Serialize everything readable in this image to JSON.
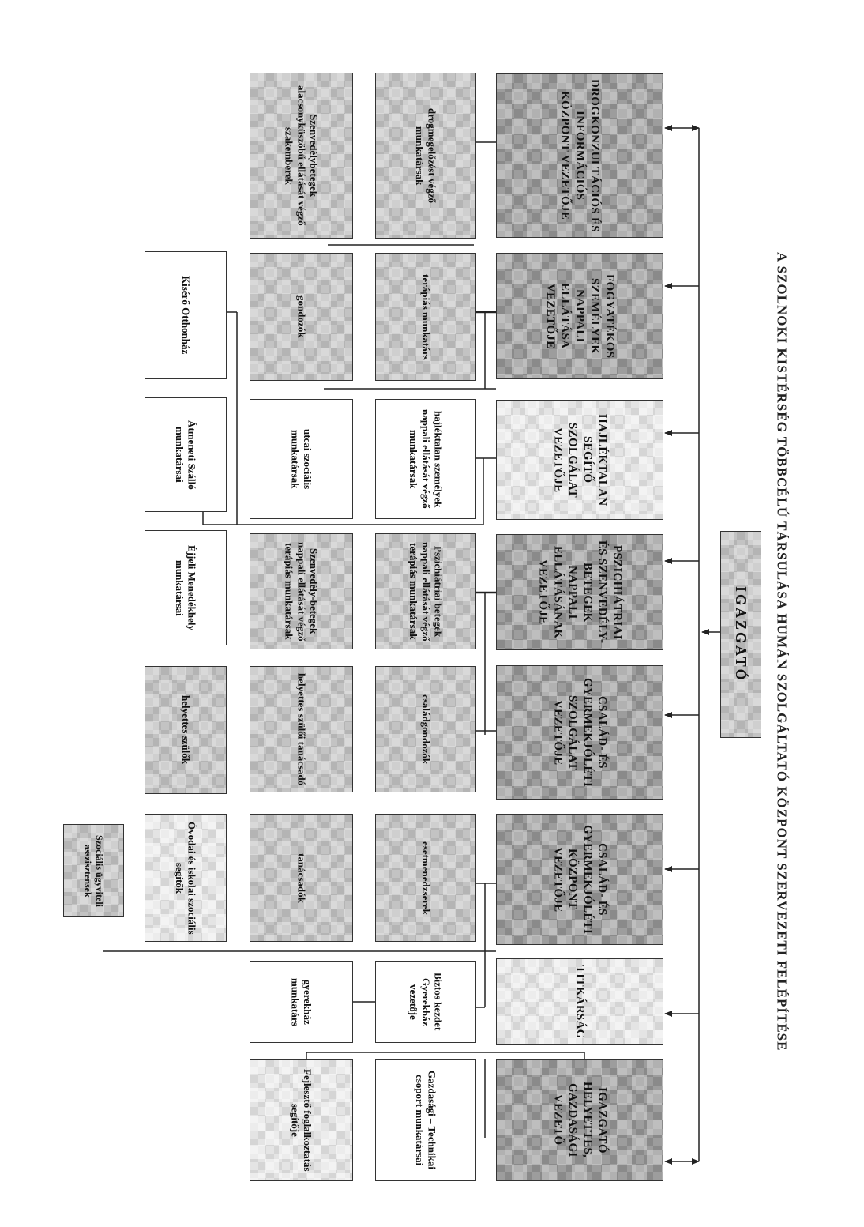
{
  "title": "A SZOLNOKI KISTÉRSÉG TÖBBCÉLÚ TÁRSULÁSA HUMÁN SZOLGÁLTATÓ KÖZPONT SZERVEZETI FELÉPÍTÉSE",
  "director": "IGAZGATÓ",
  "units": [
    {
      "head": "DROGKONZULTÁCIÓS ÉS INFORMÁCIÓS KÖZPONT VEZETŐJE",
      "staff": [
        "drogmegelőzést végző munkatársak",
        "Szenvedélybetegek alacsonyküszöbű ellátását végző szakemberek"
      ]
    },
    {
      "head": "FOGYATÉKOS SZEMÉLYEK NAPPALI ELLÁTÁSA VEZETŐJE",
      "staff": [
        "terápiás munkatárs",
        "gondozók",
        "Kisérő Otthonház"
      ]
    },
    {
      "head": "HAJLÉKTALAN SEGÍTŐ SZOLGÁLAT VEZETŐJE",
      "staff": [
        "hajléktalan személyek nappali ellátását végző munkatársak",
        "utcai szociális munkatársak",
        "Átmeneti Szálló munkatársai"
      ]
    },
    {
      "head": "PSZICHIÁTRIAI ÉS SZENVEDÉLY-BETEGEK NAPPALI ELLÁTÁSÁNAK VEZETŐJE",
      "staff": [
        "Pszichiátriai betegek nappali ellátását végző terápiás munkatársak",
        "Szenvedély-betegek nappali ellátását végző terápiás munkatársak",
        "Éjjeli Menedékhely munkatársai"
      ]
    },
    {
      "head": "CSALÁD- ÉS GYERMEKJÓLÉTI SZOLGÁLAT VEZETŐJE",
      "staff": [
        "családgondozók",
        "helyettes szülői tanácsadó",
        "helyettes szülők"
      ]
    },
    {
      "head": "CSALÁD- ÉS GYERMEKJÓLÉTI KÖZPONT VEZETŐJE",
      "staff": [
        "esetmenedzserek",
        "tanácsadók",
        "Óvodai és iskolai szociális segítők",
        "Szociális ügyviteli asszisztensek"
      ]
    },
    {
      "head": "TITKÁRSÁG",
      "staff": [
        "Biztos kezdet Gyerekház vezetője",
        "gyerekház munkatárs"
      ]
    },
    {
      "head": "IGAZGATÓ HELYETTES, GAZDASÁGI VEZETŐ",
      "staff": [
        "Gazdasági – Technikai csoport munkatársai",
        "Fejlesztő foglalkoztatás segítője"
      ]
    }
  ]
}
